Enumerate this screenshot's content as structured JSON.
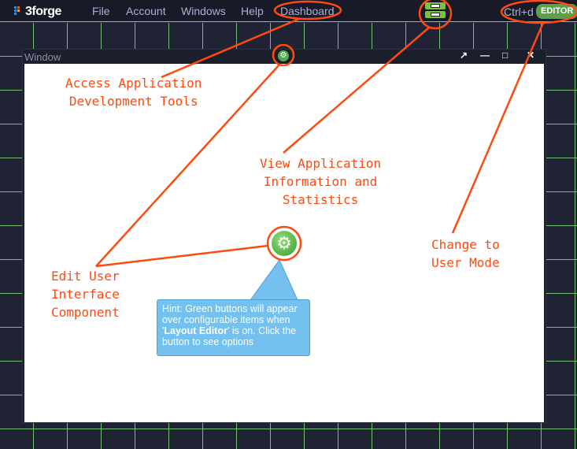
{
  "topbar": {
    "logo": "3forge",
    "menus": [
      "File",
      "Account",
      "Windows",
      "Help",
      "Dashboard"
    ],
    "shortcut": "Ctrl+d",
    "mode_badge": "EDITOR"
  },
  "window": {
    "title": "Window",
    "controls": {
      "popout": "↗",
      "minimize": "—",
      "maximize": "□",
      "close": "✕"
    }
  },
  "hint": {
    "prefix": "Hint: Green buttons will appear over configurable items when '",
    "bold": "Layout Editor",
    "suffix": "' is on. Click the button to see options"
  },
  "annotations": {
    "dev_tools": "Access Application\nDevelopment Tools",
    "app_info": "View Application\nInformation and\nStatistics",
    "user_mode": "Change to\nUser Mode",
    "edit_ui": "Edit User\nInterface\nComponent"
  },
  "colors": {
    "accent": "#ff4a10",
    "green": "#4caf50",
    "hint": "#74c0ee"
  }
}
